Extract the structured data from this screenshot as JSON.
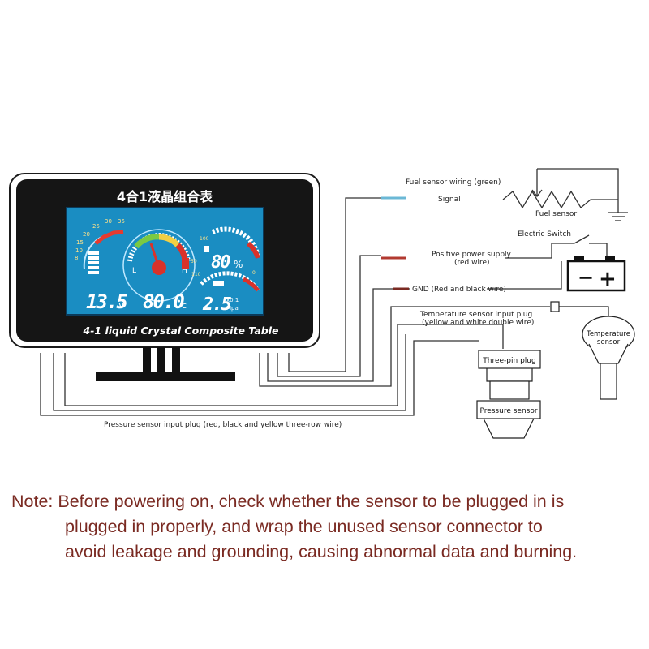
{
  "device": {
    "title": "4合1液晶组合表",
    "subtitle": "4-1 liquid Crystal Composite Table",
    "readouts": {
      "voltage": "13.5",
      "voltage_unit": "v",
      "temperature": "80.0",
      "temperature_unit": "c",
      "fuel_percent": "80",
      "fuel_unit": "%",
      "pressure": "2.5",
      "pressure_unit_top": "x0.1",
      "pressure_unit_bottom": "Mpa"
    },
    "voltage_scale": [
      "8",
      "10",
      "15",
      "20",
      "25",
      "30",
      "35"
    ],
    "fuel_scale": [
      "100",
      "0"
    ],
    "temp_scale": [
      "50",
      "110"
    ],
    "gauge_marks": [
      "L",
      "H"
    ],
    "colors": {
      "bezel": "#151515",
      "screen": "#1a8dc2",
      "screen_border": "#0a3a5a",
      "accent_red": "#d9322a",
      "accent_yellow": "#f2cf43",
      "accent_green": "#7ac943",
      "note_text": "#7a2a22"
    }
  },
  "labels": {
    "fuel_wiring": "Fuel sensor wiring (green)",
    "signal": "Signal",
    "fuel_sensor": "Fuel sensor",
    "electric_switch": "Electric Switch",
    "positive_power": "Positive power supply",
    "positive_power_sub": "(red wire)",
    "gnd": "GND (Red and black wire)",
    "temp_plug": "Temperature sensor input plug",
    "temp_plug_sub": "(yellow and white double wire)",
    "temperature_sensor_1": "Temperature",
    "temperature_sensor_2": "sensor",
    "three_pin_plug": "Three-pin plug",
    "pressure_sensor": "Pressure sensor",
    "pressure_plug": "Pressure sensor input plug (red, black and yellow three-row wire)",
    "battery_minus": "−",
    "battery_plus": "+"
  },
  "note": {
    "lines": [
      "Note: Before powering on, check whether the sensor to be plugged in is",
      "plugged in properly, and wrap the unused sensor connector to",
      "avoid leakage and grounding, causing abnormal data and burning."
    ]
  }
}
